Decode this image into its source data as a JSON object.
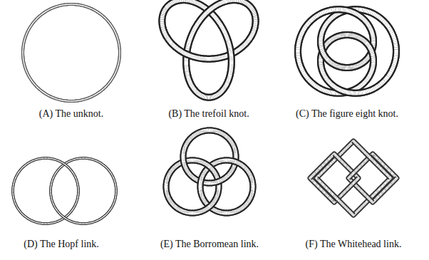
{
  "diagram": {
    "labels": [
      "(A) The unknot.",
      "(B) The trefoil knot.",
      "(C) The figure eight knot.",
      "(D) The Hopf link.",
      "(E) The Borromean link.",
      "(F) The Whitehead link."
    ]
  }
}
